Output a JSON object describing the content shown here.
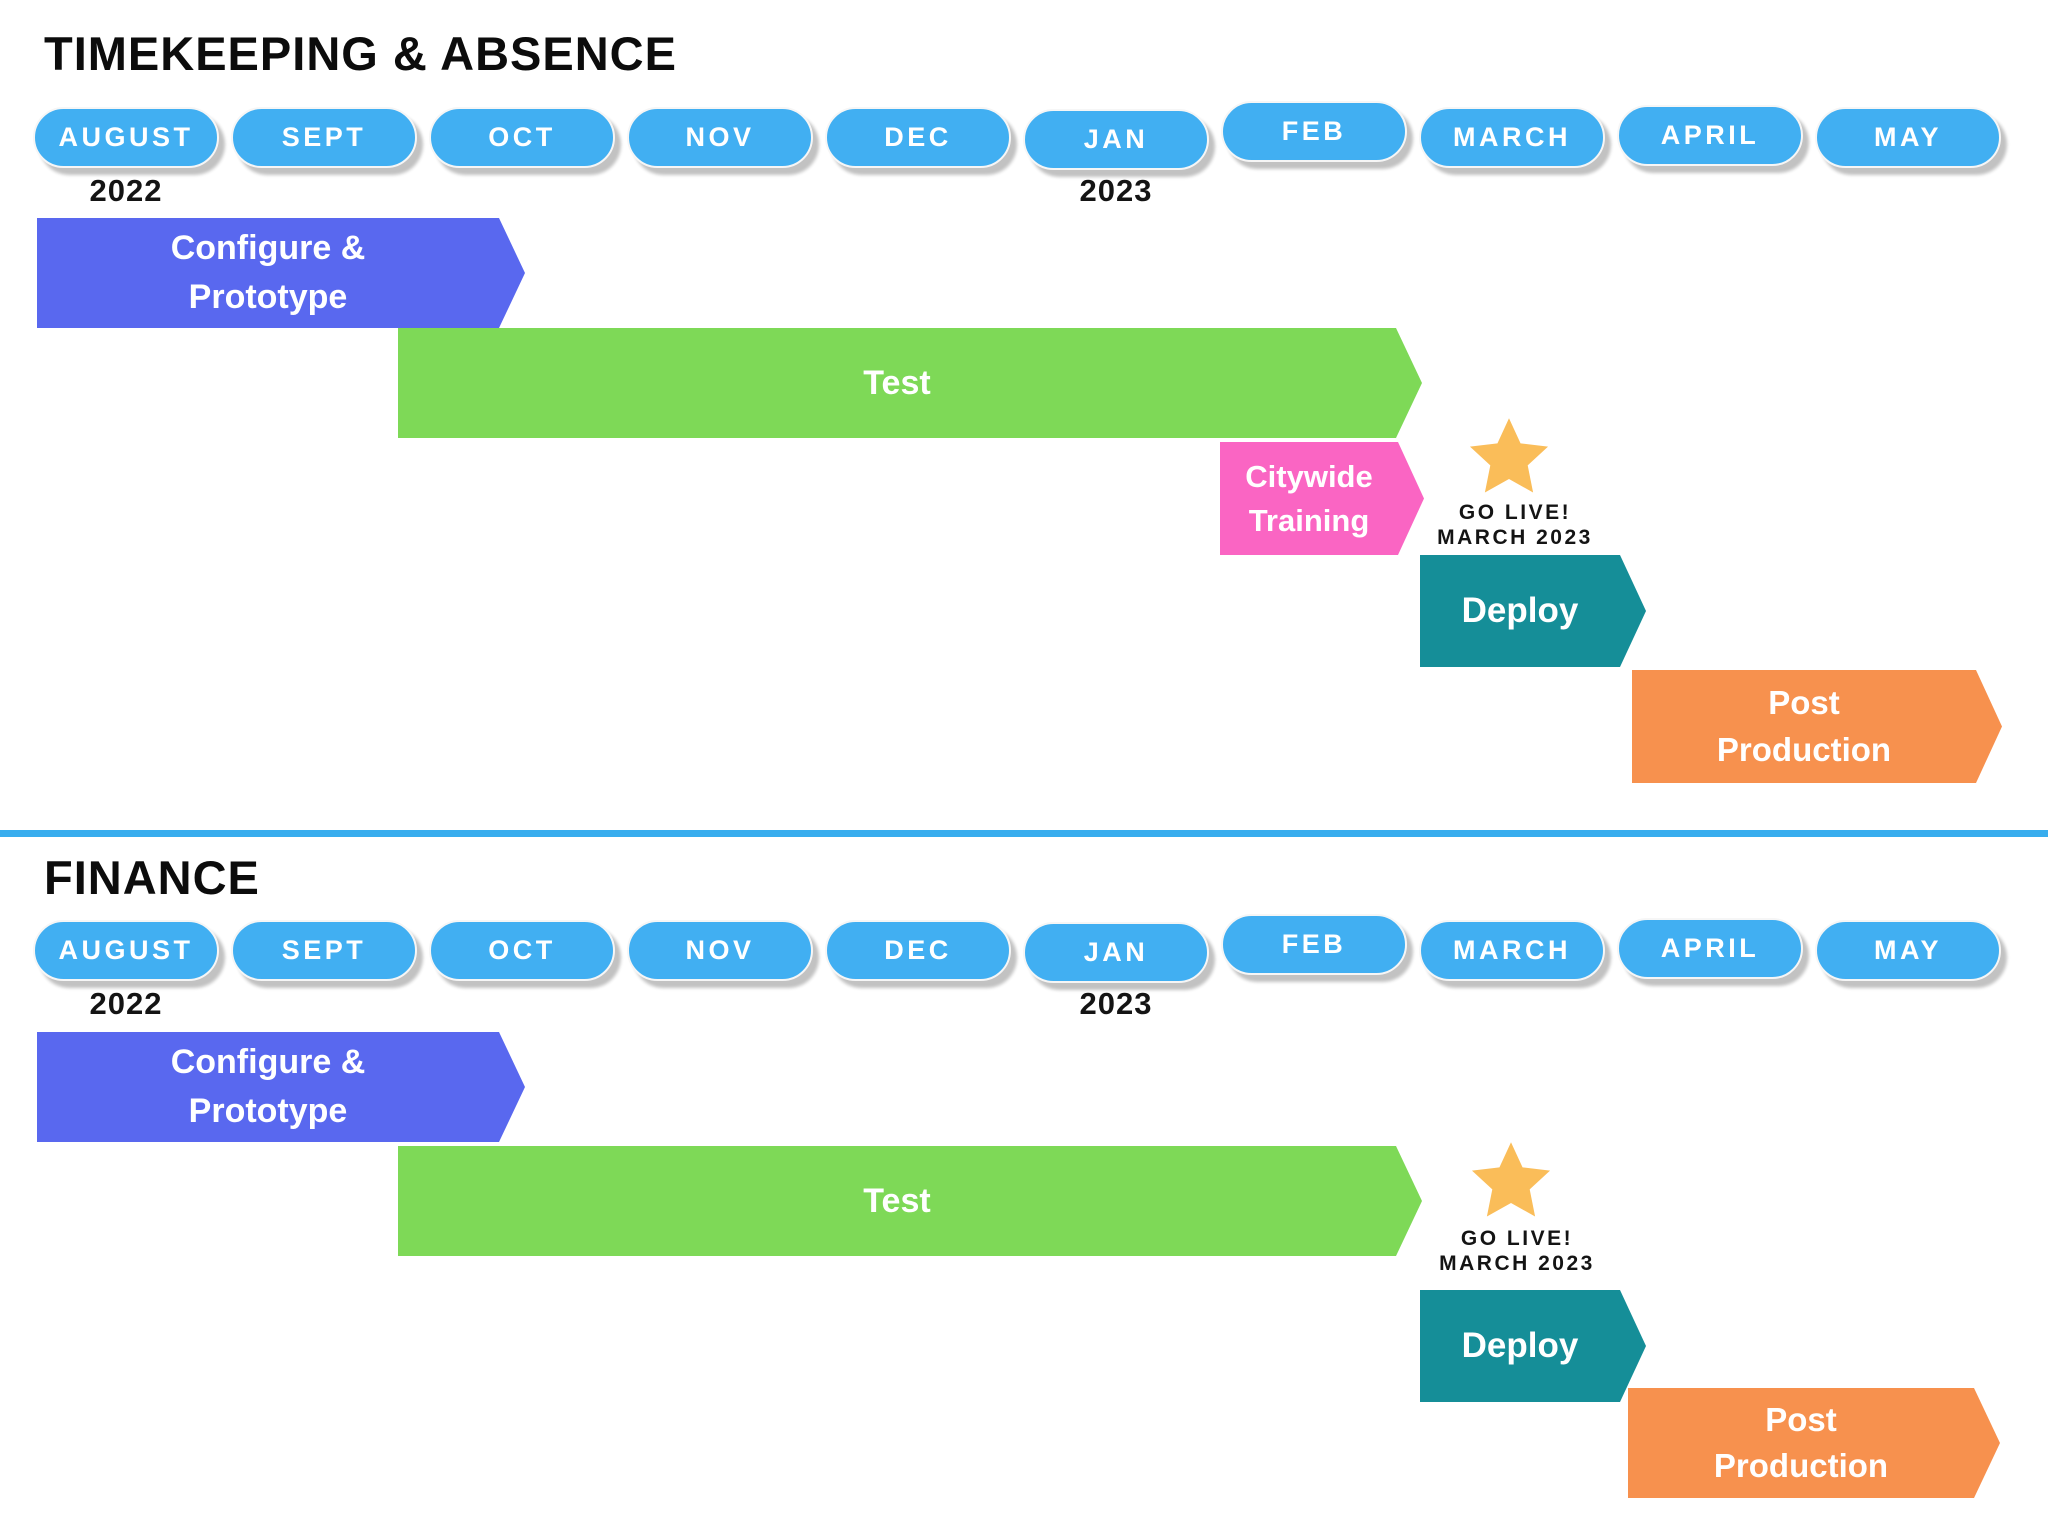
{
  "page": {
    "background": "#ffffff"
  },
  "colors": {
    "month_pill": "#41AFF2",
    "divider": "#38ADEE",
    "configure_prototype": "#5968EF",
    "test": "#7ED957",
    "citywide_training": "#FA65C3",
    "deploy": "#158E98",
    "post_production": "#F7914E",
    "star": "#FABD59",
    "text_dark": "#141414",
    "text_light": "#ffffff"
  },
  "sections": [
    {
      "title": "TIMEKEEPING & ABSENCE",
      "months": [
        "AUGUST",
        "SEPT",
        "OCT",
        "NOV",
        "DEC",
        "JAN",
        "FEB",
        "MARCH",
        "APRIL",
        "MAY"
      ],
      "year_start": "2022",
      "year_mid": "2023",
      "tasks": [
        {
          "id": "configure-prototype",
          "lines": [
            "Configure &",
            "Prototype"
          ]
        },
        {
          "id": "test",
          "lines": [
            "Test"
          ]
        },
        {
          "id": "citywide-training",
          "lines": [
            "Citywide",
            "Training"
          ]
        },
        {
          "id": "deploy",
          "lines": [
            "Deploy"
          ]
        },
        {
          "id": "post-production",
          "lines": [
            "Post",
            "Production"
          ]
        }
      ],
      "milestone": {
        "icon": "star-icon",
        "lines": [
          "GO LIVE!",
          "MARCH 2023"
        ]
      }
    },
    {
      "title": "FINANCE",
      "months": [
        "AUGUST",
        "SEPT",
        "OCT",
        "NOV",
        "DEC",
        "JAN",
        "FEB",
        "MARCH",
        "APRIL",
        "MAY"
      ],
      "year_start": "2022",
      "year_mid": "2023",
      "tasks": [
        {
          "id": "configure-prototype",
          "lines": [
            "Configure &",
            "Prototype"
          ]
        },
        {
          "id": "test",
          "lines": [
            "Test"
          ]
        },
        {
          "id": "deploy",
          "lines": [
            "Deploy"
          ]
        },
        {
          "id": "post-production",
          "lines": [
            "Post",
            "Production"
          ]
        }
      ],
      "milestone": {
        "icon": "star-icon",
        "lines": [
          "GO LIVE!",
          "MARCH 2023"
        ]
      }
    }
  ],
  "chart_data": [
    {
      "type": "table",
      "title": "TIMEKEEPING & ABSENCE",
      "x": [
        "AUGUST 2022",
        "SEPT 2022",
        "OCT 2022",
        "NOV 2022",
        "DEC 2022",
        "JAN 2023",
        "FEB 2023",
        "MARCH 2023",
        "APRIL 2023",
        "MAY 2023"
      ],
      "series": [
        {
          "name": "Configure & Prototype",
          "start": "AUGUST 2022",
          "end": "mid-OCT 2022",
          "color": "#5968EF"
        },
        {
          "name": "Test",
          "start": "OCT 2022",
          "end": "FEB 2023",
          "color": "#7ED957"
        },
        {
          "name": "Citywide Training",
          "start": "FEB 2023",
          "end": "FEB 2023",
          "color": "#FA65C3"
        },
        {
          "name": "Deploy",
          "start": "MARCH 2023",
          "end": "MARCH 2023",
          "color": "#158E98"
        },
        {
          "name": "Post Production",
          "start": "APRIL 2023",
          "end": "MAY 2023",
          "color": "#F7914E"
        }
      ],
      "milestones": [
        {
          "name": "GO LIVE!",
          "date": "MARCH 2023",
          "marker": "star"
        }
      ],
      "legend_position": "none",
      "grid": false
    },
    {
      "type": "table",
      "title": "FINANCE",
      "x": [
        "AUGUST 2022",
        "SEPT 2022",
        "OCT 2022",
        "NOV 2022",
        "DEC 2022",
        "JAN 2023",
        "FEB 2023",
        "MARCH 2023",
        "APRIL 2023",
        "MAY 2023"
      ],
      "series": [
        {
          "name": "Configure & Prototype",
          "start": "AUGUST 2022",
          "end": "mid-OCT 2022",
          "color": "#5968EF"
        },
        {
          "name": "Test",
          "start": "OCT 2022",
          "end": "FEB 2023",
          "color": "#7ED957"
        },
        {
          "name": "Deploy",
          "start": "MARCH 2023",
          "end": "MARCH 2023",
          "color": "#158E98"
        },
        {
          "name": "Post Production",
          "start": "APRIL 2023",
          "end": "MAY 2023",
          "color": "#F7914E"
        }
      ],
      "milestones": [
        {
          "name": "GO LIVE!",
          "date": "MARCH 2023",
          "marker": "star"
        }
      ],
      "legend_position": "none",
      "grid": false
    }
  ]
}
